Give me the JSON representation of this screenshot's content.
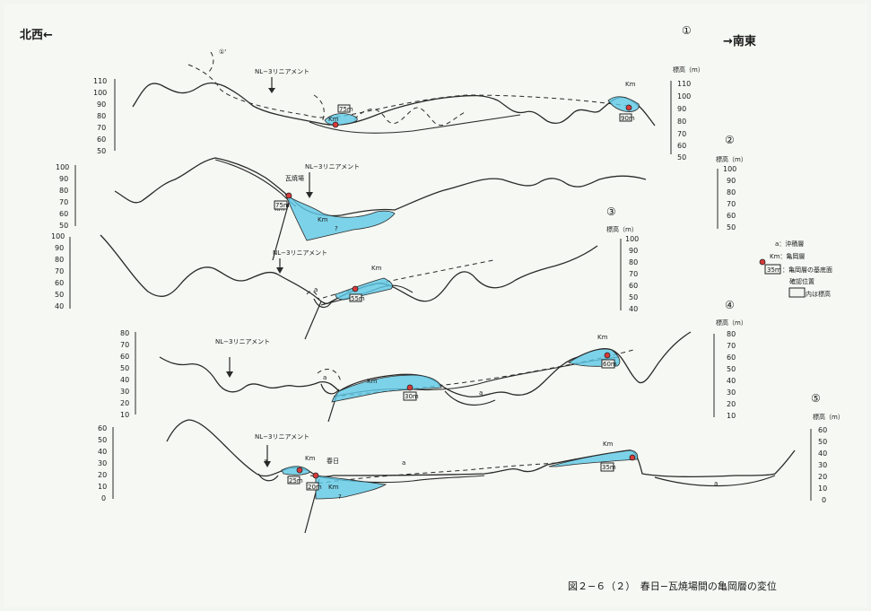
{
  "header": {
    "left_dir": "北西←",
    "right_dir": "→南東"
  },
  "caption": "図２−６（２）　春日−瓦焼場間の亀岡層の変位",
  "legend": {
    "a": "a：沖積層",
    "km": "Km：亀岡層",
    "pt": "：亀岡層の基底面",
    "pt2": "確認位置",
    "box_sample": "35m",
    "box": "内は標高"
  },
  "axis_unit": "標高（m）",
  "label_a": "a",
  "label_km": "Km",
  "label_q": "?",
  "sections": [
    {
      "id": "①",
      "note_mark": "①'",
      "lineament": "NL−3リニアメント",
      "box_labels": [
        "75m",
        "90m"
      ],
      "left_ticks": [
        "110",
        "100",
        "90",
        "80",
        "70",
        "60",
        "50"
      ],
      "right_ticks": [
        "110",
        "100",
        "90",
        "80",
        "70",
        "60",
        "50"
      ]
    },
    {
      "id": "②",
      "lineament": "NL−3リニアメント",
      "place": "瓦焼場",
      "box_labels": [
        "75m"
      ],
      "left_ticks": [
        "100",
        "90",
        "80",
        "70",
        "60",
        "50"
      ],
      "right_ticks": [
        "100",
        "90",
        "80",
        "70",
        "60",
        "50"
      ]
    },
    {
      "id": "③",
      "lineament": "NL−3リニアメント",
      "box_labels": [
        "55m"
      ],
      "left_ticks": [
        "100",
        "90",
        "80",
        "70",
        "60",
        "50",
        "40"
      ],
      "right_ticks": [
        "100",
        "90",
        "80",
        "70",
        "60",
        "50",
        "40"
      ]
    },
    {
      "id": "④",
      "lineament": "NL−3リニアメント",
      "box_labels": [
        "30m",
        "60m"
      ],
      "left_ticks": [
        "80",
        "70",
        "60",
        "50",
        "40",
        "30",
        "20",
        "10"
      ],
      "right_ticks": [
        "80",
        "70",
        "60",
        "50",
        "40",
        "30",
        "20",
        "10"
      ]
    },
    {
      "id": "⑤",
      "lineament": "NL−3リニアメント",
      "place": "春日",
      "box_labels": [
        "25m",
        "20m",
        "35m"
      ],
      "left_ticks": [
        "60",
        "50",
        "40",
        "30",
        "20",
        "10",
        "0"
      ],
      "right_ticks": [
        "60",
        "50",
        "40",
        "30",
        "20",
        "10",
        "0"
      ]
    }
  ]
}
